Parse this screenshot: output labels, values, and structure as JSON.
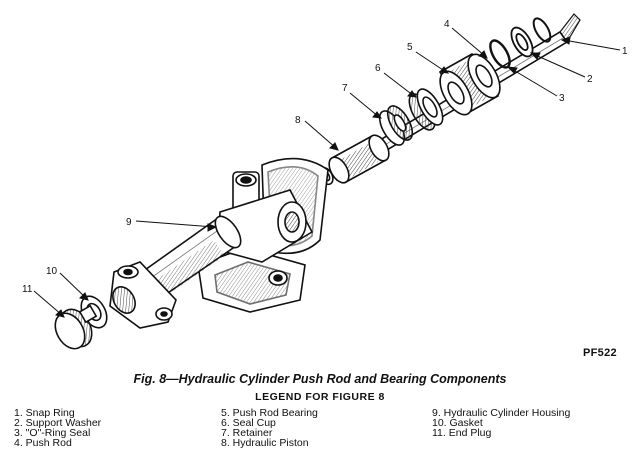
{
  "figure": {
    "code": "PF522",
    "caption": "Fig. 8—Hydraulic Cylinder Push Rod and Bearing Components",
    "callouts": [
      "1",
      "2",
      "3",
      "4",
      "5",
      "6",
      "7",
      "8",
      "9",
      "10",
      "11"
    ]
  },
  "legend": {
    "title": "LEGEND FOR FIGURE 8",
    "columns": [
      [
        "1. Snap Ring",
        "2. Support Washer",
        "3. \"O\"-Ring Seal",
        "4. Push Rod"
      ],
      [
        "5. Push Rod Bearing",
        "6. Seal Cup",
        "7. Retainer",
        "8. Hydraulic Piston"
      ],
      [
        "9. Hydraulic Cylinder Housing",
        "10. Gasket",
        "11. End Plug"
      ]
    ]
  }
}
